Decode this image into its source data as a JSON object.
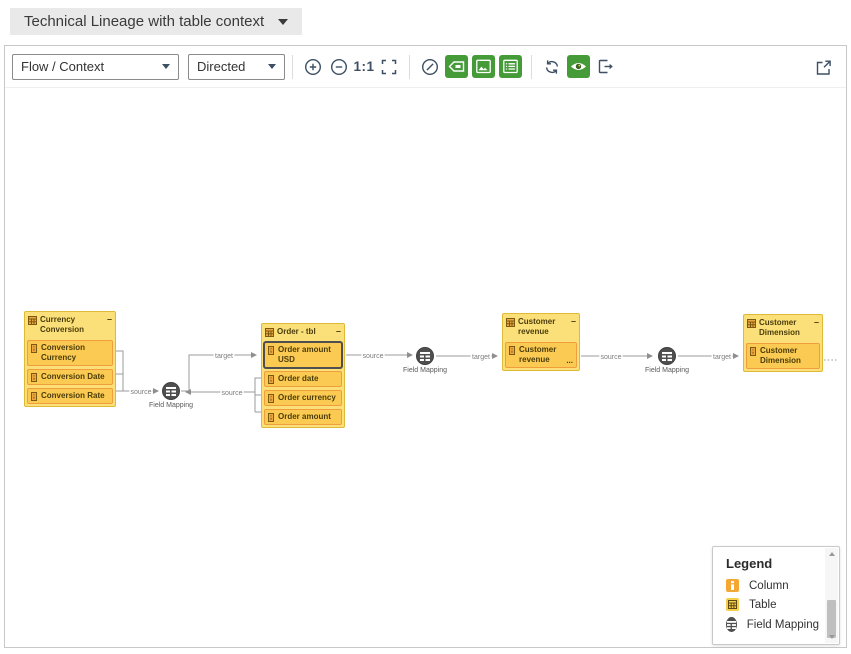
{
  "header": {
    "title": "Technical Lineage with table context"
  },
  "toolbar": {
    "flow_select_value": "Flow / Context",
    "direction_select_value": "Directed",
    "zoom_reset_label": "1:1"
  },
  "diagram": {
    "collapse_glyph": "–",
    "mapping_label": "Field Mapping",
    "truncation_ellipsis": "...",
    "edge_labels": {
      "source": "source",
      "target": "target"
    },
    "tables": [
      {
        "name": "Currency Conversion",
        "columns": [
          "Conversion Currency",
          "Conversion Date",
          "Conversion Rate"
        ]
      },
      {
        "name": "Order - tbl",
        "selected_column": "Order amount USD",
        "columns": [
          "Order amount USD",
          "Order date",
          "Order currency",
          "Order amount"
        ]
      },
      {
        "name": "Customer revenue",
        "columns": [
          "Customer revenue"
        ]
      },
      {
        "name": "Customer Dimension",
        "columns": [
          "Customer Dimension"
        ]
      }
    ]
  },
  "legend": {
    "title": "Legend",
    "items": [
      {
        "label": "Column"
      },
      {
        "label": "Table"
      },
      {
        "label": "Field Mapping"
      }
    ]
  },
  "colors": {
    "active_button_green": "#449b38",
    "table_fill": "#fbe07a",
    "table_border": "#dfba37",
    "column_fill": "#fbca52",
    "column_border": "#ef9e3b",
    "mapping_node_fill": "#4f4f4f",
    "edge_gray": "#8f8f8f"
  }
}
